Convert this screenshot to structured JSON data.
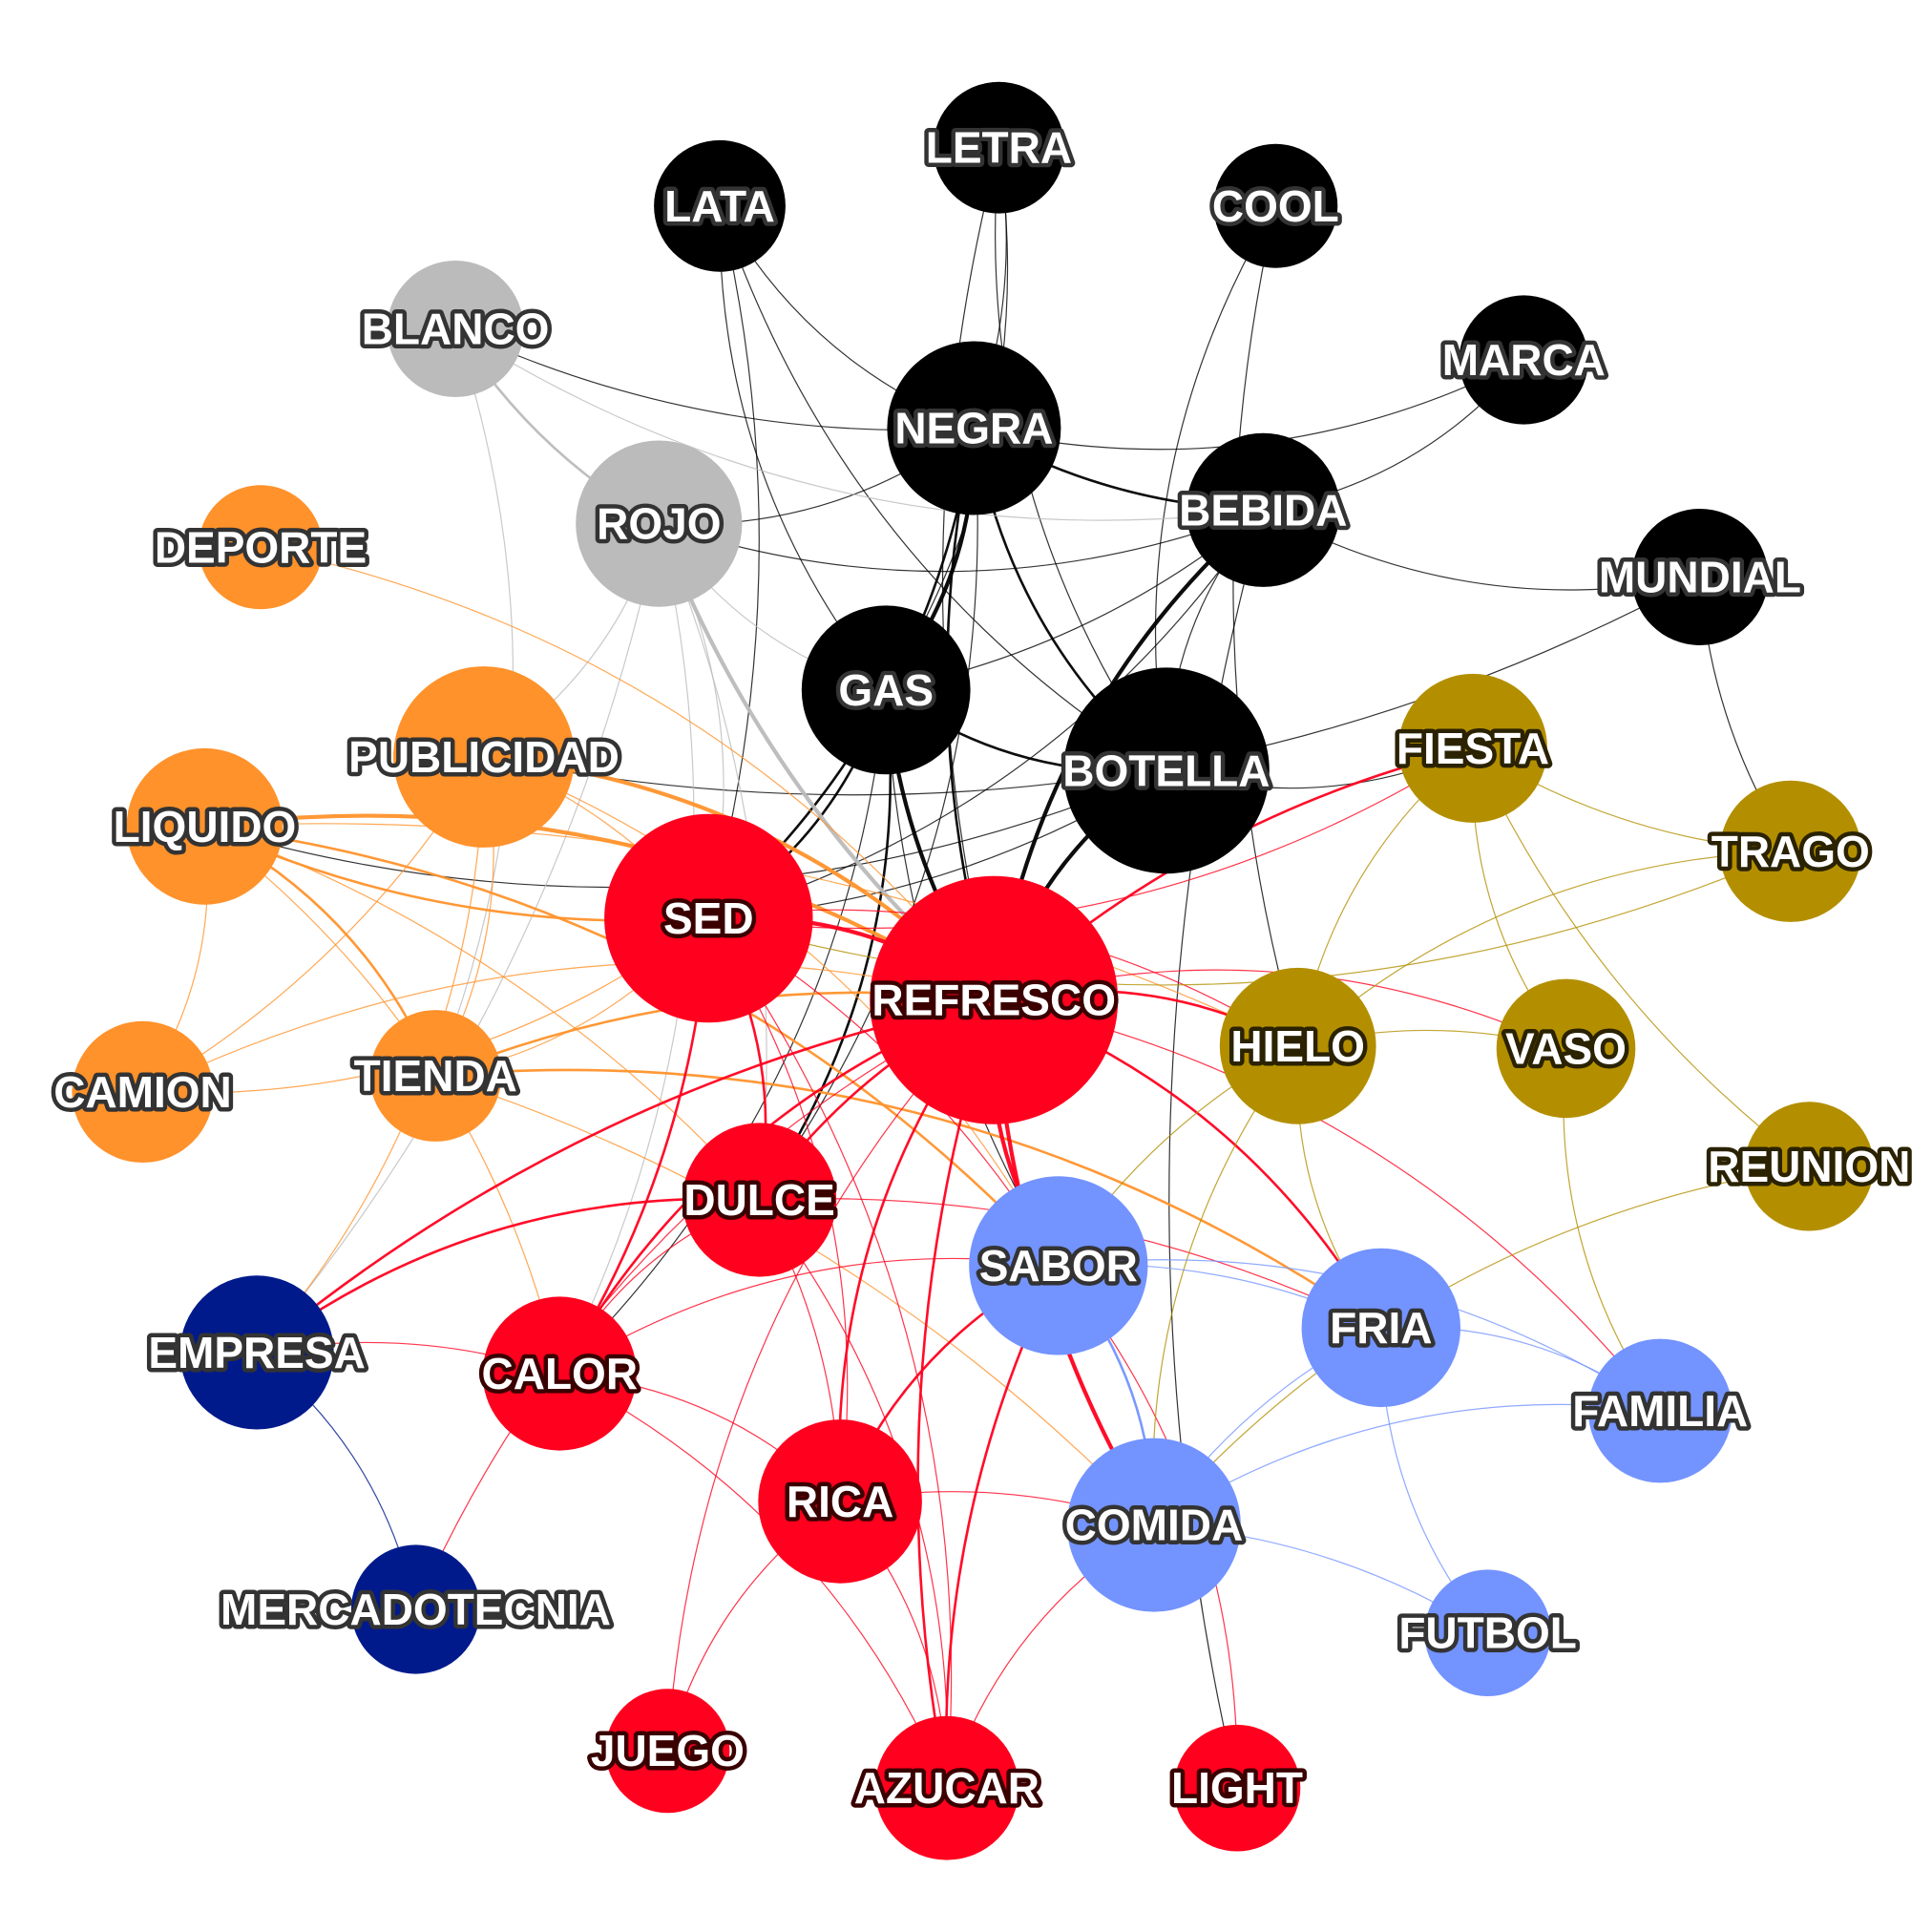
{
  "graph": {
    "groups": {
      "black": {
        "color": "#000000",
        "halo": "#333333"
      },
      "gray": {
        "color": "#bbbbbb",
        "halo": "#333333"
      },
      "orange": {
        "color": "#ff922b",
        "halo": "#333333"
      },
      "red": {
        "color": "#ff001e",
        "halo": "#3a0000"
      },
      "olive": {
        "color": "#b38f00",
        "halo": "#2a2200"
      },
      "blue": {
        "color": "#7393ff",
        "halo": "#333333"
      },
      "navy": {
        "color": "#001a8c",
        "halo": "#333333"
      }
    },
    "nodes": [
      {
        "id": "LETRA",
        "label": "LETRA",
        "group": "black"
      },
      {
        "id": "LATA",
        "label": "LATA",
        "group": "black"
      },
      {
        "id": "COOL",
        "label": "COOL",
        "group": "black"
      },
      {
        "id": "MARCA",
        "label": "MARCA",
        "group": "black"
      },
      {
        "id": "NEGRA",
        "label": "NEGRA",
        "group": "black"
      },
      {
        "id": "BEBIDA",
        "label": "BEBIDA",
        "group": "black"
      },
      {
        "id": "MUNDIAL",
        "label": "MUNDIAL",
        "group": "black"
      },
      {
        "id": "GAS",
        "label": "GAS",
        "group": "black"
      },
      {
        "id": "BOTELLA",
        "label": "BOTELLA",
        "group": "black"
      },
      {
        "id": "BLANCO",
        "label": "BLANCO",
        "group": "gray"
      },
      {
        "id": "ROJO",
        "label": "ROJO",
        "group": "gray"
      },
      {
        "id": "DEPORTE",
        "label": "DEPORTE",
        "group": "orange"
      },
      {
        "id": "PUBLICIDAD",
        "label": "PUBLICIDAD",
        "group": "orange"
      },
      {
        "id": "LIQUIDO",
        "label": "LIQUIDO",
        "group": "orange"
      },
      {
        "id": "CAMION",
        "label": "CAMION",
        "group": "orange"
      },
      {
        "id": "TIENDA",
        "label": "TIENDA",
        "group": "orange"
      },
      {
        "id": "SED",
        "label": "SED",
        "group": "red"
      },
      {
        "id": "REFRESCO",
        "label": "REFRESCO",
        "group": "red"
      },
      {
        "id": "DULCE",
        "label": "DULCE",
        "group": "red"
      },
      {
        "id": "CALOR",
        "label": "CALOR",
        "group": "red"
      },
      {
        "id": "RICA",
        "label": "RICA",
        "group": "red"
      },
      {
        "id": "JUEGO",
        "label": "JUEGO",
        "group": "red"
      },
      {
        "id": "AZUCAR",
        "label": "AZUCAR",
        "group": "red"
      },
      {
        "id": "LIGHT",
        "label": "LIGHT",
        "group": "red"
      },
      {
        "id": "FIESTA",
        "label": "FIESTA",
        "group": "olive"
      },
      {
        "id": "TRAGO",
        "label": "TRAGO",
        "group": "olive"
      },
      {
        "id": "HIELO",
        "label": "HIELO",
        "group": "olive"
      },
      {
        "id": "VASO",
        "label": "VASO",
        "group": "olive"
      },
      {
        "id": "REUNION",
        "label": "REUNION",
        "group": "olive"
      },
      {
        "id": "SABOR",
        "label": "SABOR",
        "group": "blue"
      },
      {
        "id": "FRIA",
        "label": "FRIA",
        "group": "blue"
      },
      {
        "id": "FAMILIA",
        "label": "FAMILIA",
        "group": "blue"
      },
      {
        "id": "COMIDA",
        "label": "COMIDA",
        "group": "blue"
      },
      {
        "id": "FUTBOL",
        "label": "FUTBOL",
        "group": "blue"
      },
      {
        "id": "EMPRESA",
        "label": "EMPRESA",
        "group": "navy"
      },
      {
        "id": "MERCADOTECNIA",
        "label": "MERCADOTECNIA",
        "group": "navy"
      }
    ],
    "edges": [
      [
        "LETRA",
        "NEGRA",
        1
      ],
      [
        "LETRA",
        "GAS",
        1
      ],
      [
        "LETRA",
        "BOTELLA",
        1
      ],
      [
        "LETRA",
        "REFRESCO",
        1
      ],
      [
        "LATA",
        "NEGRA",
        1
      ],
      [
        "LATA",
        "GAS",
        1
      ],
      [
        "LATA",
        "SED",
        1
      ],
      [
        "LATA",
        "BOTELLA",
        1
      ],
      [
        "COOL",
        "BOTELLA",
        1
      ],
      [
        "COOL",
        "HIELO",
        1
      ],
      [
        "MARCA",
        "BEBIDA",
        1
      ],
      [
        "MARCA",
        "NEGRA",
        1
      ],
      [
        "NEGRA",
        "BEBIDA",
        2
      ],
      [
        "NEGRA",
        "GAS",
        3
      ],
      [
        "NEGRA",
        "BOTELLA",
        2
      ],
      [
        "NEGRA",
        "REFRESCO",
        2
      ],
      [
        "NEGRA",
        "SED",
        2
      ],
      [
        "NEGRA",
        "ROJO",
        1
      ],
      [
        "NEGRA",
        "BLANCO",
        1
      ],
      [
        "NEGRA",
        "DULCE",
        1
      ],
      [
        "BEBIDA",
        "BOTELLA",
        1
      ],
      [
        "BEBIDA",
        "GAS",
        1
      ],
      [
        "BEBIDA",
        "REFRESCO",
        3
      ],
      [
        "BEBIDA",
        "MUNDIAL",
        1
      ],
      [
        "BEBIDA",
        "LIGHT",
        1
      ],
      [
        "BEBIDA",
        "SED",
        1
      ],
      [
        "BEBIDA",
        "ROJO",
        1
      ],
      [
        "MUNDIAL",
        "TRAGO",
        1
      ],
      [
        "MUNDIAL",
        "PUBLICIDAD",
        1
      ],
      [
        "GAS",
        "BOTELLA",
        2
      ],
      [
        "GAS",
        "REFRESCO",
        3
      ],
      [
        "GAS",
        "SED",
        2
      ],
      [
        "GAS",
        "DULCE",
        2
      ],
      [
        "GAS",
        "SABOR",
        1
      ],
      [
        "GAS",
        "CALOR",
        1
      ],
      [
        "BOTELLA",
        "REFRESCO",
        3
      ],
      [
        "BOTELLA",
        "SED",
        1
      ],
      [
        "BOTELLA",
        "LIQUIDO",
        1
      ],
      [
        "BOTELLA",
        "FIESTA",
        1
      ],
      [
        "BLANCO",
        "ROJO",
        2
      ],
      [
        "BLANCO",
        "TIENDA",
        1
      ],
      [
        "BLANCO",
        "BEBIDA",
        1
      ],
      [
        "ROJO",
        "REFRESCO",
        3
      ],
      [
        "ROJO",
        "GAS",
        1
      ],
      [
        "ROJO",
        "SED",
        1
      ],
      [
        "ROJO",
        "DULCE",
        1
      ],
      [
        "ROJO",
        "CALOR",
        1
      ],
      [
        "ROJO",
        "PUBLICIDAD",
        1
      ],
      [
        "ROJO",
        "EMPRESA",
        1
      ],
      [
        "DEPORTE",
        "REFRESCO",
        1
      ],
      [
        "PUBLICIDAD",
        "REFRESCO",
        3
      ],
      [
        "PUBLICIDAD",
        "SED",
        1
      ],
      [
        "PUBLICIDAD",
        "TIENDA",
        1
      ],
      [
        "PUBLICIDAD",
        "EMPRESA",
        1
      ],
      [
        "PUBLICIDAD",
        "CAMION",
        1
      ],
      [
        "PUBLICIDAD",
        "SABOR",
        1
      ],
      [
        "LIQUIDO",
        "REFRESCO",
        3
      ],
      [
        "LIQUIDO",
        "SED",
        2
      ],
      [
        "LIQUIDO",
        "CAMION",
        1
      ],
      [
        "LIQUIDO",
        "TIENDA",
        2
      ],
      [
        "LIQUIDO",
        "DULCE",
        1
      ],
      [
        "LIQUIDO",
        "SABOR",
        2
      ],
      [
        "LIQUIDO",
        "CALOR",
        1
      ],
      [
        "LIQUIDO",
        "HIELO",
        1
      ],
      [
        "CAMION",
        "REFRESCO",
        1
      ],
      [
        "CAMION",
        "SED",
        1
      ],
      [
        "TIENDA",
        "REFRESCO",
        2
      ],
      [
        "TIENDA",
        "SED",
        1
      ],
      [
        "TIENDA",
        "FRIA",
        2
      ],
      [
        "TIENDA",
        "COMIDA",
        1
      ],
      [
        "SED",
        "REFRESCO",
        3
      ],
      [
        "SED",
        "DULCE",
        2
      ],
      [
        "SED",
        "CALOR",
        2
      ],
      [
        "SED",
        "RICA",
        1
      ],
      [
        "SED",
        "AZUCAR",
        1
      ],
      [
        "SED",
        "SABOR",
        1
      ],
      [
        "SED",
        "HIELO",
        1
      ],
      [
        "SED",
        "FIESTA",
        1
      ],
      [
        "REFRESCO",
        "DULCE",
        2
      ],
      [
        "REFRESCO",
        "CALOR",
        2
      ],
      [
        "REFRESCO",
        "RICA",
        2
      ],
      [
        "REFRESCO",
        "AZUCAR",
        2
      ],
      [
        "REFRESCO",
        "JUEGO",
        1
      ],
      [
        "REFRESCO",
        "SABOR",
        3
      ],
      [
        "REFRESCO",
        "COMIDA",
        3
      ],
      [
        "REFRESCO",
        "FRIA",
        2
      ],
      [
        "REFRESCO",
        "HIELO",
        2
      ],
      [
        "REFRESCO",
        "FIESTA",
        2
      ],
      [
        "REFRESCO",
        "VASO",
        1
      ],
      [
        "REFRESCO",
        "FAMILIA",
        1
      ],
      [
        "REFRESCO",
        "EMPRESA",
        2
      ],
      [
        "REFRESCO",
        "MERCADOTECNIA",
        1
      ],
      [
        "DULCE",
        "CALOR",
        1
      ],
      [
        "DULCE",
        "RICA",
        1
      ],
      [
        "DULCE",
        "AZUCAR",
        1
      ],
      [
        "DULCE",
        "EMPRESA",
        2
      ],
      [
        "DULCE",
        "FRIA",
        1
      ],
      [
        "CALOR",
        "SABOR",
        1
      ],
      [
        "CALOR",
        "RICA",
        1
      ],
      [
        "CALOR",
        "EMPRESA",
        1
      ],
      [
        "CALOR",
        "AZUCAR",
        1
      ],
      [
        "RICA",
        "SABOR",
        2
      ],
      [
        "RICA",
        "COMIDA",
        1
      ],
      [
        "RICA",
        "AZUCAR",
        1
      ],
      [
        "RICA",
        "JUEGO",
        1
      ],
      [
        "AZUCAR",
        "SABOR",
        2
      ],
      [
        "AZUCAR",
        "COMIDA",
        1
      ],
      [
        "LIGHT",
        "SABOR",
        1
      ],
      [
        "FIESTA",
        "TRAGO",
        1
      ],
      [
        "FIESTA",
        "HIELO",
        1
      ],
      [
        "FIESTA",
        "VASO",
        1
      ],
      [
        "FIESTA",
        "REUNION",
        1
      ],
      [
        "TRAGO",
        "HIELO",
        1
      ],
      [
        "TRAGO",
        "SED",
        1
      ],
      [
        "HIELO",
        "VASO",
        1
      ],
      [
        "HIELO",
        "COMIDA",
        1
      ],
      [
        "HIELO",
        "FRIA",
        1
      ],
      [
        "HIELO",
        "SABOR",
        1
      ],
      [
        "VASO",
        "FAMILIA",
        1
      ],
      [
        "REUNION",
        "COMIDA",
        1
      ],
      [
        "SABOR",
        "FRIA",
        1
      ],
      [
        "SABOR",
        "COMIDA",
        2
      ],
      [
        "SABOR",
        "FAMILIA",
        1
      ],
      [
        "FRIA",
        "COMIDA",
        1
      ],
      [
        "FRIA",
        "FAMILIA",
        1
      ],
      [
        "FRIA",
        "FUTBOL",
        1
      ],
      [
        "COMIDA",
        "FUTBOL",
        1
      ],
      [
        "COMIDA",
        "FAMILIA",
        1
      ],
      [
        "EMPRESA",
        "MERCADOTECNIA",
        1
      ]
    ]
  }
}
